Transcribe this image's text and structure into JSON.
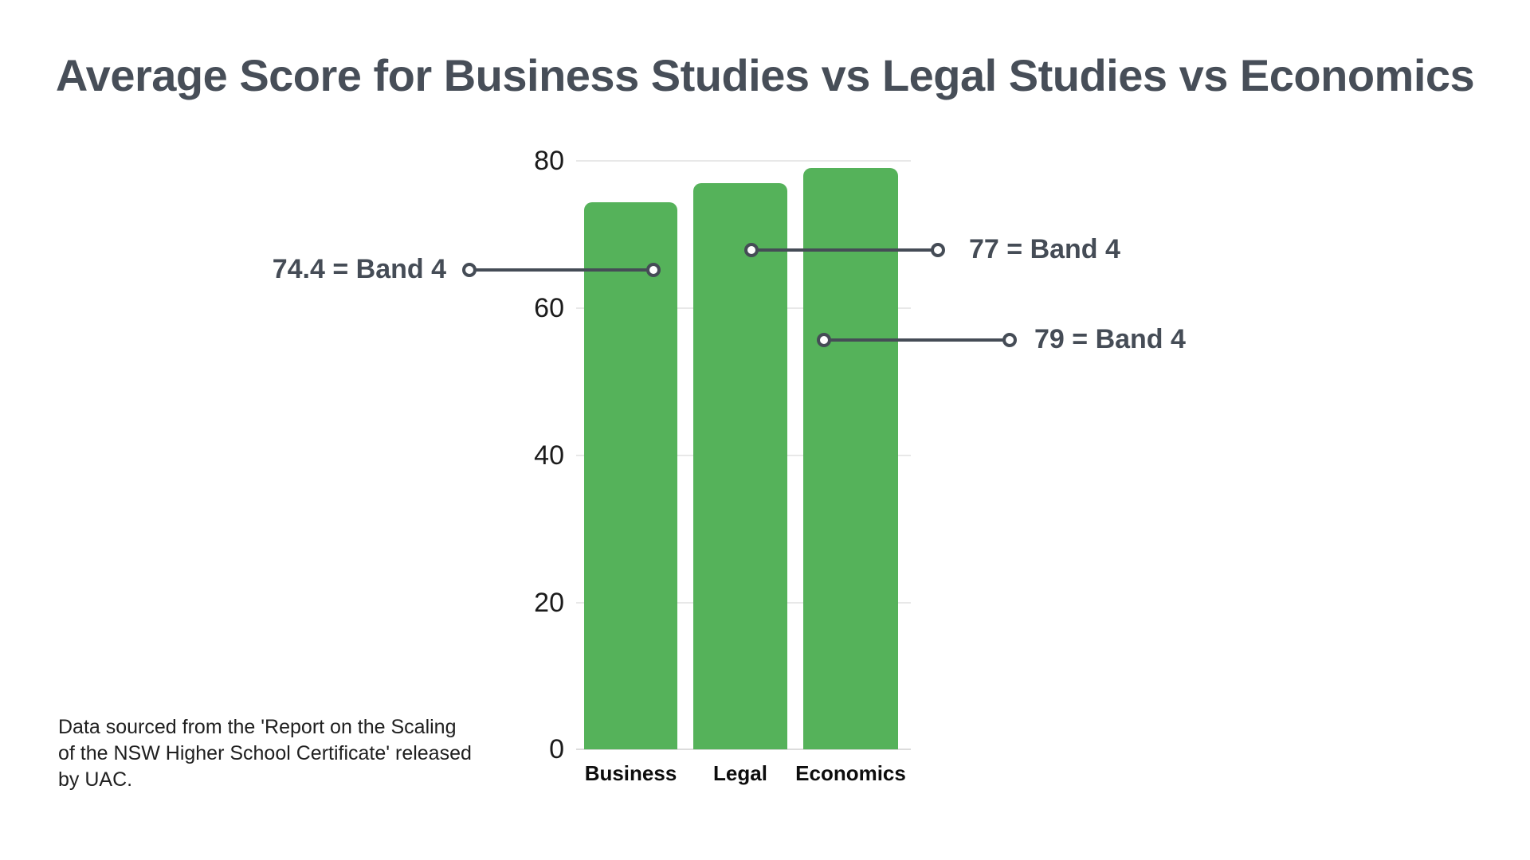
{
  "title": "Average Score for Business Studies vs Legal Studies vs Economics",
  "colors": {
    "bar": "#55b25a",
    "annotation": "#454c56",
    "title_text": "#474e58",
    "gridline": "#e8e8e8",
    "axis_text": "#1b1b1b",
    "category_text": "#0d0d0d"
  },
  "chart_data": {
    "type": "bar",
    "title": "Average Score for Business Studies vs Legal Studies vs Economics",
    "categories": [
      "Business",
      "Legal",
      "Economics"
    ],
    "values": [
      74.4,
      77,
      79
    ],
    "xlabel": "",
    "ylabel": "",
    "ylim": [
      0,
      80
    ],
    "yticks": [
      "0",
      "20",
      "40",
      "60",
      "80"
    ],
    "grid": "horizontal",
    "legend": "none",
    "annotations": [
      {
        "label": "74.4 = Band 4",
        "target": "Business",
        "side": "left"
      },
      {
        "label": "77 = Band 4",
        "target": "Legal",
        "side": "right"
      },
      {
        "label": "79 = Band 4",
        "target": "Economics",
        "side": "right"
      }
    ]
  },
  "footer": {
    "lines": [
      "Data sourced from the 'Report on the Scaling",
      "of the NSW Higher School Certificate' released",
      "by UAC."
    ]
  }
}
